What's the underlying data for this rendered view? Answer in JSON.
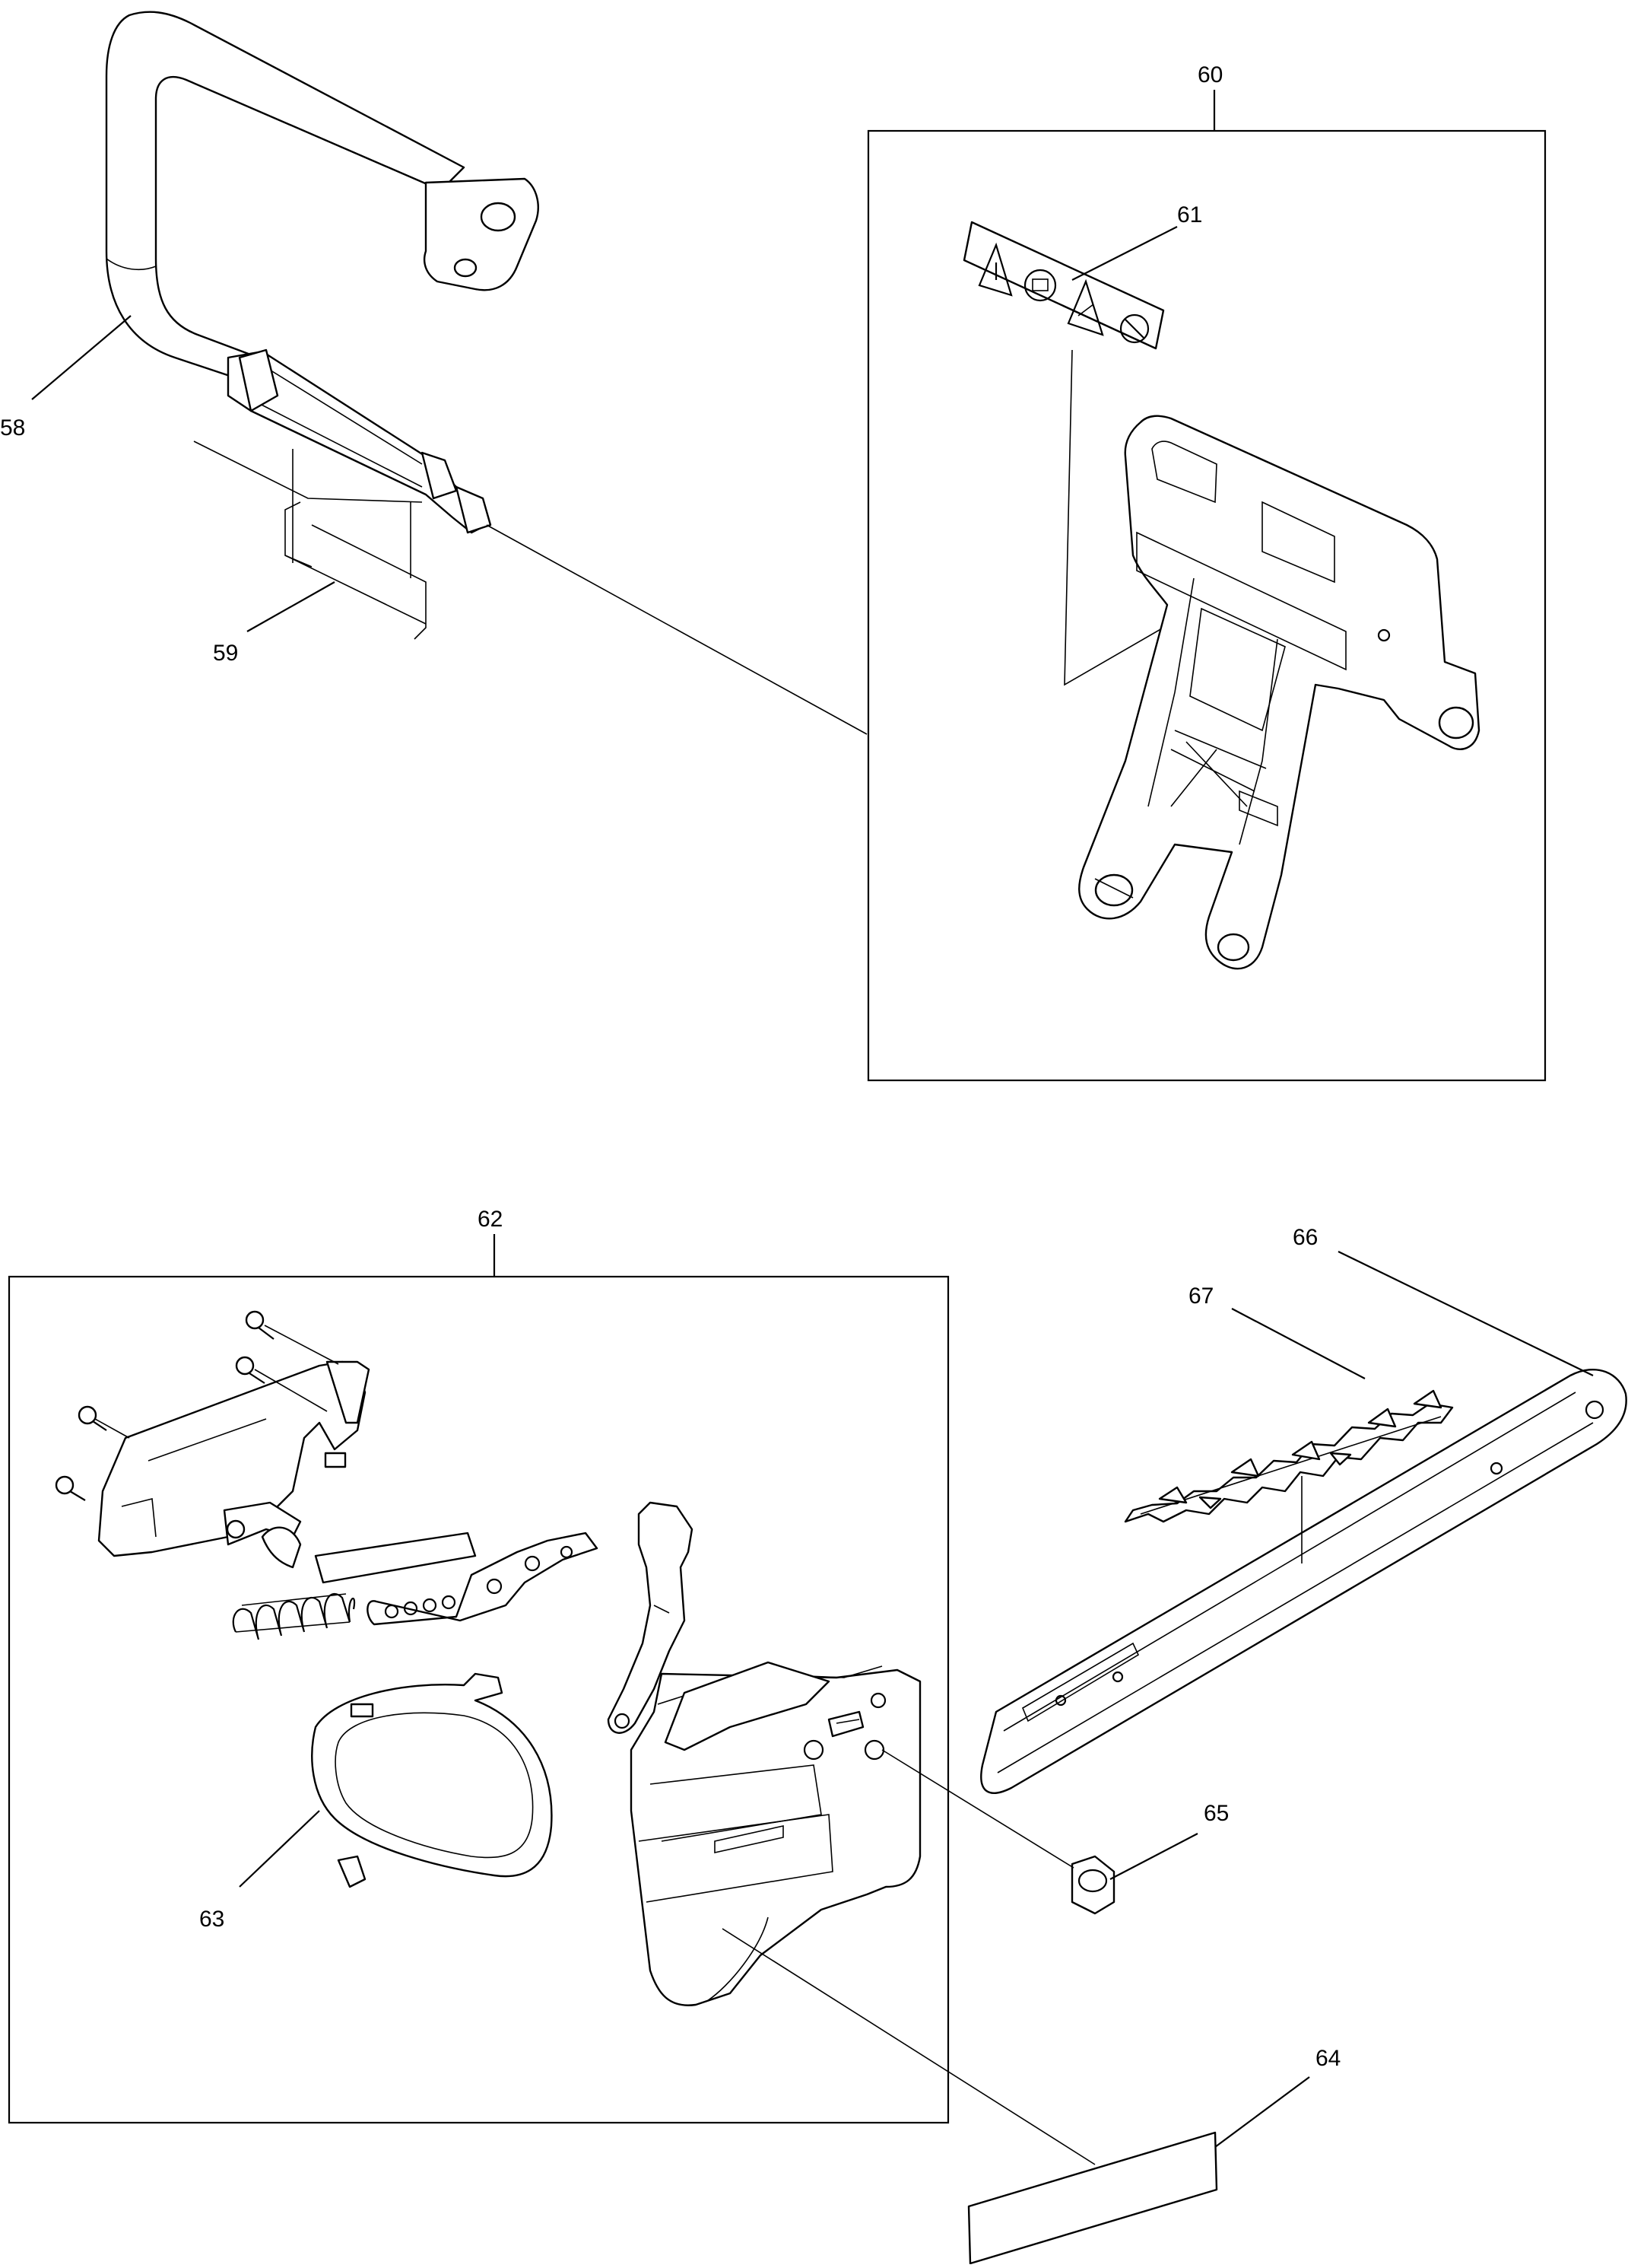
{
  "callouts": [
    {
      "id": "c58",
      "label": "58"
    },
    {
      "id": "c59",
      "label": "59"
    },
    {
      "id": "c60",
      "label": "60"
    },
    {
      "id": "c61",
      "label": "61"
    },
    {
      "id": "c62",
      "label": "62"
    },
    {
      "id": "c63",
      "label": "63"
    },
    {
      "id": "c64",
      "label": "64"
    },
    {
      "id": "c65",
      "label": "65"
    },
    {
      "id": "c66",
      "label": "66"
    },
    {
      "id": "c67",
      "label": "67"
    }
  ],
  "icons": [
    "warning-triangle-icon",
    "read-manual-icon",
    "kickback-warning-icon",
    "ear-protection-icon"
  ]
}
